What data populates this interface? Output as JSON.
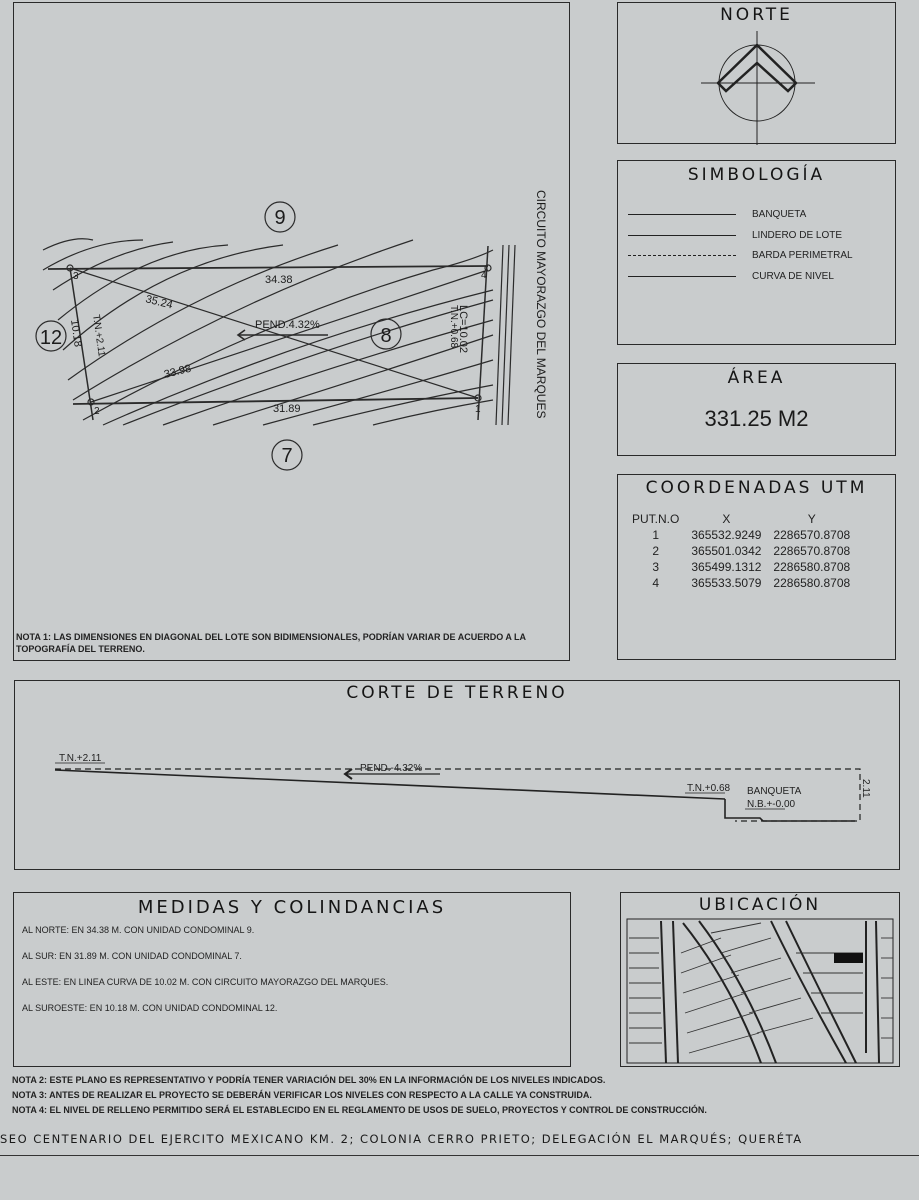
{
  "plan": {
    "lots": {
      "north": "9",
      "south": "7",
      "west": "12",
      "this_lot": "8"
    },
    "street_label": "CIRCUITO MAYORAZGO DEL MARQUES",
    "points": [
      "1",
      "2",
      "3",
      "4"
    ],
    "dimensions": {
      "north_side": "34.38",
      "south_side": "31.89",
      "west_side": "10.18",
      "diagonal_3_1": "35.24",
      "diagonal_2_4": "33.98",
      "east_curve": "LC=10.02"
    },
    "levels": {
      "west": "T.N.+2.11",
      "east": "T.N.+0.68"
    },
    "slope": "PEND.4.32%",
    "note1": "NOTA 1: LAS DIMENSIONES EN DIAGONAL DEL LOTE SON BIDIMENSIONALES, PODRÍAN VARIAR DE ACUERDO A LA TOPOGRAFÍA DEL TERRENO."
  },
  "north": {
    "title": "NORTE"
  },
  "legend": {
    "title": "SIMBOLOGÍA",
    "items": [
      {
        "label": "BANQUETA",
        "style": "solid"
      },
      {
        "label": "LINDERO DE LOTE",
        "style": "solid"
      },
      {
        "label": "BARDA PERIMETRAL",
        "style": "dashed"
      },
      {
        "label": "CURVA DE NIVEL",
        "style": "solid"
      }
    ]
  },
  "area": {
    "title": "ÁREA",
    "value": "331.25 M2"
  },
  "coords": {
    "title": "COORDENADAS UTM",
    "headers": [
      "PUT.N.O",
      "X",
      "Y"
    ],
    "rows": [
      {
        "n": "1",
        "x": "365532.9249",
        "y": "2286570.8708"
      },
      {
        "n": "2",
        "x": "365501.0342",
        "y": "2286570.8708"
      },
      {
        "n": "3",
        "x": "365499.1312",
        "y": "2286580.8708"
      },
      {
        "n": "4",
        "x": "365533.5079",
        "y": "2286580.8708"
      }
    ]
  },
  "section": {
    "title": "CORTE DE TERRENO",
    "level_west": "T.N.+2.11",
    "slope": "PEND.-4.32%",
    "level_east": "T.N.+0.68",
    "sidewalk": "BANQUETA",
    "sidewalk_level": "N.B.+-0.00",
    "height_dim": "2.11"
  },
  "boundaries": {
    "title": "MEDIDAS Y COLINDANCIAS",
    "items": [
      "AL NORTE: EN 34.38 M. CON UNIDAD CONDOMINAL 9.",
      "AL SUR: EN 31.89 M. CON UNIDAD CONDOMINAL 7.",
      "AL ESTE: EN LINEA CURVA DE 10.02 M. CON CIRCUITO MAYORAZGO DEL MARQUES.",
      "AL SUROESTE: EN 10.18 M. CON UNIDAD CONDOMINAL 12."
    ]
  },
  "location": {
    "title": "UBICACIÓN"
  },
  "notes": [
    "NOTA 2: ESTE PLANO ES REPRESENTATIVO Y PODRÍA TENER VARIACIÓN DEL 30% EN LA INFORMACIÓN DE LOS NIVELES INDICADOS.",
    "NOTA 3: ANTES DE REALIZAR EL PROYECTO SE DEBERÁN VERIFICAR LOS NIVELES CON RESPECTO A LA CALLE YA CONSTRUIDA.",
    "NOTA 4: EL NIVEL DE RELLENO PERMITIDO SERÁ EL ESTABLECIDO EN EL REGLAMENTO DE USOS DE SUELO, PROYECTOS Y CONTROL DE CONSTRUCCIÓN."
  ],
  "footer": {
    "address": "SEO CENTENARIO DEL EJERCITO MEXICANO KM. 2; COLONIA CERRO PRIETO; DELEGACIÓN EL MARQUÉS; QUERÉTA"
  }
}
